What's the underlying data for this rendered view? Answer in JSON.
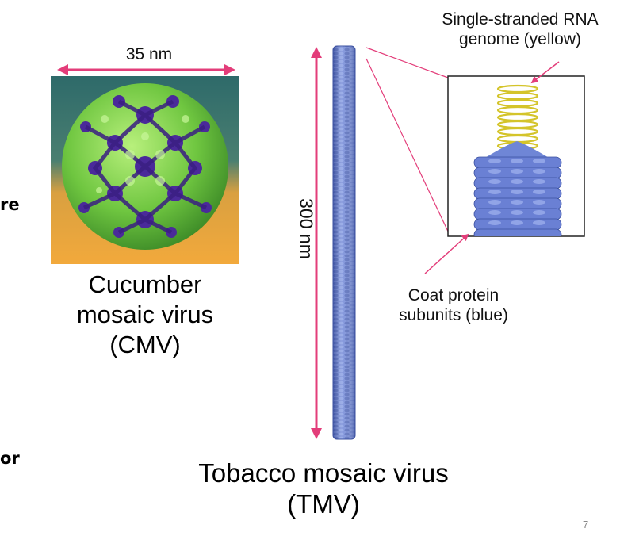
{
  "left_fragments": [
    "re",
    "or"
  ],
  "cmv": {
    "width_label": "35 nm",
    "caption": [
      "Cucumber",
      "mosaic virus",
      "(CMV)"
    ]
  },
  "tmv": {
    "length_label": "300 nm",
    "caption": [
      "Tobacco mosaic virus",
      "(TMV)"
    ]
  },
  "inset": {
    "rna_label": [
      "Single-stranded RNA",
      "genome (yellow)"
    ],
    "coat_label": [
      "Coat protein",
      "subunits (blue)"
    ]
  },
  "colors": {
    "arrow_pink": "#e33d7a",
    "bg_teal": "#2e6a6a",
    "bg_orange": "#f2a93c",
    "capsid_green": "#7ad24a",
    "capsid_purple": "#4a2a9a",
    "rod_blue": "#5a72c9",
    "rna_yellow": "#e0d23a"
  },
  "page_number": "7"
}
